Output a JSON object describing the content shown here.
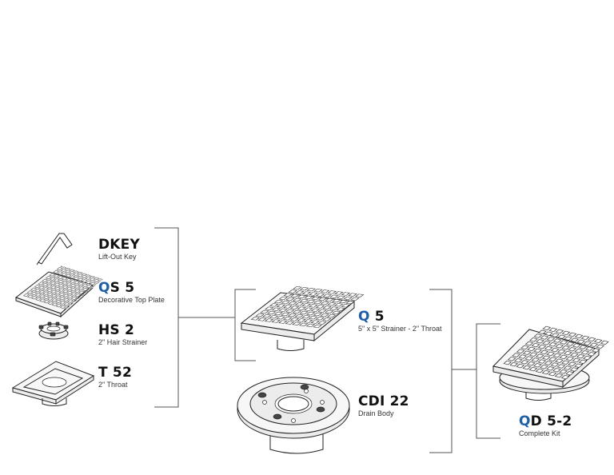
{
  "colors": {
    "accent": "#1f5fa8",
    "text": "#111111",
    "line": "#555555"
  },
  "parts": {
    "dkey": {
      "code": "DKEY",
      "desc": "Lift-Out Key"
    },
    "qs5": {
      "accent": "Q",
      "code": "S 5",
      "desc": "Decorative Top Plate"
    },
    "hs2": {
      "code": "HS 2",
      "desc": "2\" Hair Strainer"
    },
    "t52": {
      "code": "T 52",
      "desc": "2\" Throat"
    },
    "q5": {
      "accent": "Q",
      "code": " 5",
      "desc": "5\" x 5\" Strainer - 2\" Throat"
    },
    "cdi22": {
      "code": "CDI 22",
      "desc": "Drain Body"
    },
    "qd52": {
      "accent": "Q",
      "code": "D 5-2",
      "desc": "Complete Kit"
    }
  },
  "icons": {
    "dkey": "lift-out-key-icon",
    "qs5": "square-grate-icon",
    "hs2": "hair-strainer-icon",
    "t52": "throat-icon",
    "q5": "strainer-assembly-icon",
    "cdi22": "drain-body-icon",
    "qd52": "complete-kit-icon"
  }
}
